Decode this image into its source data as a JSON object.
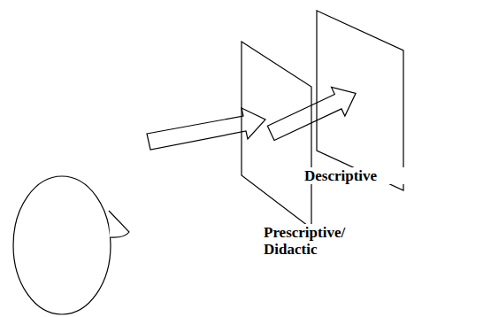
{
  "diagram": {
    "nodes": [
      {
        "text": [
          "Prescriptive/ Didactic"
        ]
      },
      {
        "text": [
          "Descriptive"
        ]
      }
    ],
    "edges": [
      {
        "from": 0,
        "to": 1,
        "arrow": "to"
      }
    ]
  }
}
